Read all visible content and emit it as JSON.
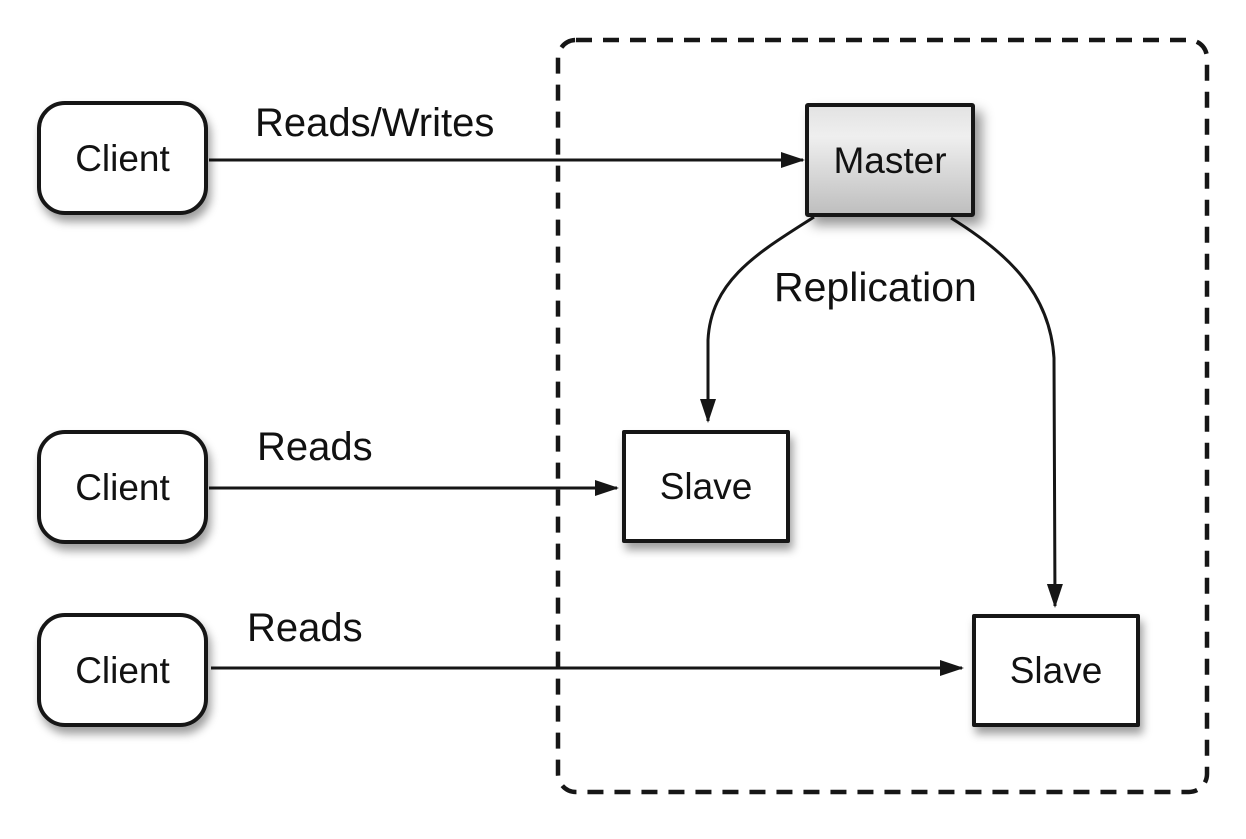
{
  "diagram": {
    "nodes": {
      "clients": [
        {
          "label": "Client"
        },
        {
          "label": "Client"
        },
        {
          "label": "Client"
        }
      ],
      "master": {
        "label": "Master"
      },
      "slaves": [
        {
          "label": "Slave"
        },
        {
          "label": "Slave"
        }
      ]
    },
    "edges": {
      "client1_to_master": {
        "label": "Reads/Writes"
      },
      "client2_to_slave1": {
        "label": "Reads"
      },
      "client3_to_slave2": {
        "label": "Reads"
      },
      "master_to_slaves": {
        "label": "Replication"
      }
    },
    "colors": {
      "stroke": "#161616",
      "node_fill": "#ffffff",
      "master_gradient_top": "#e3e3e3",
      "master_gradient_bottom": "#bfbfbf",
      "background": "#ffffff"
    }
  }
}
